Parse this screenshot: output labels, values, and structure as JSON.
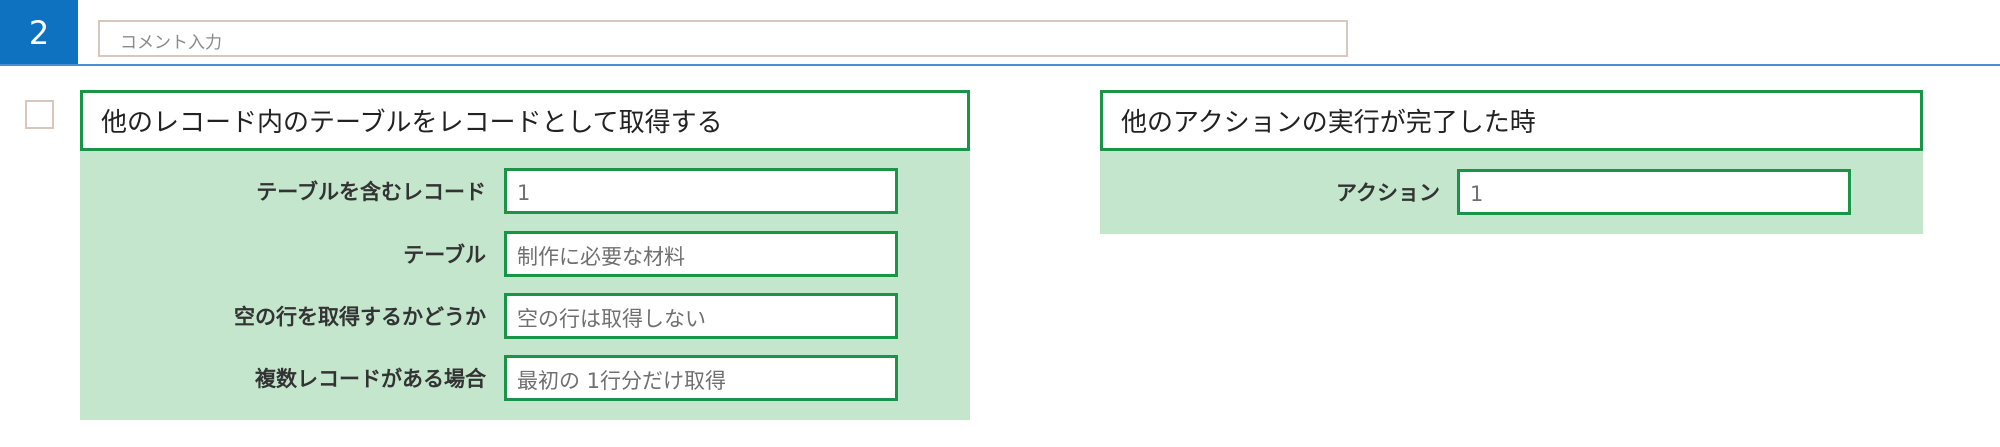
{
  "header": {
    "step_number": "2",
    "comment_placeholder": "コメント入力"
  },
  "condition_card": {
    "title": "他のレコード内のテーブルをレコードとして取得する",
    "fields": [
      {
        "label": "テーブルを含むレコード",
        "value": "1"
      },
      {
        "label": "テーブル",
        "value": "制作に必要な材料"
      },
      {
        "label": "空の行を取得するかどうか",
        "value": "空の行は取得しない"
      },
      {
        "label": "複数レコードがある場合",
        "value": "最初の 1行分だけ取得"
      }
    ]
  },
  "trigger_card": {
    "title": "他のアクションの実行が完了した時",
    "fields": [
      {
        "label": "アクション",
        "value": "1"
      }
    ]
  },
  "colors": {
    "step_badge": "#0e72c0",
    "card_border": "#1a9447",
    "card_body": "#c3e6cd",
    "input_border": "#d8c7ba"
  }
}
